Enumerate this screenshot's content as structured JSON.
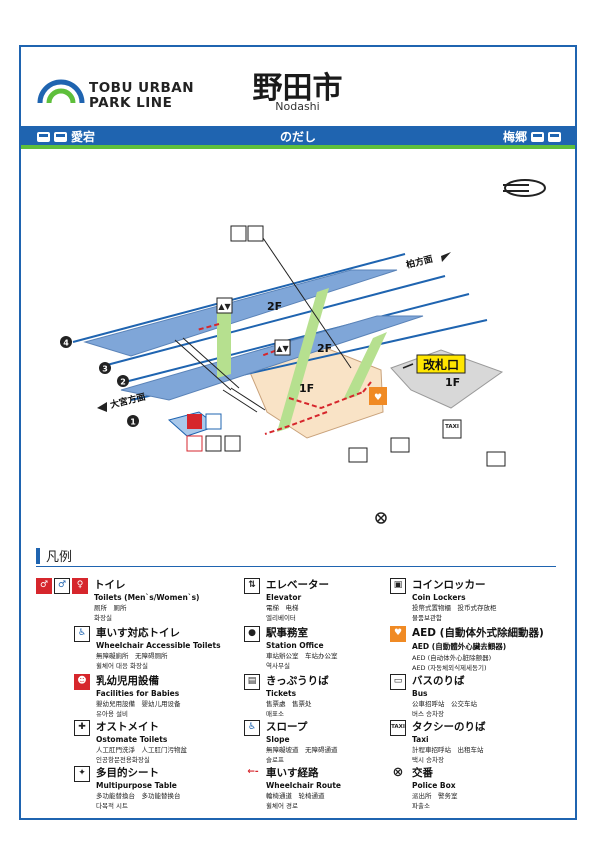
{
  "header": {
    "logo_line1": "TOBU URBAN",
    "logo_line2": "PARK LINE",
    "station_name": "野田市",
    "station_romaji": "Nodashi"
  },
  "line_bar": {
    "left_station": "愛宕",
    "center_kana": "のだし",
    "right_station": "梅郷"
  },
  "map": {
    "direction_kashiwa": "柏方面",
    "direction_omiya": "大宮方面",
    "ticket_gate": "改札口",
    "floor_2f_a": "2F",
    "floor_2f_b": "2F",
    "floor_1f_a": "1F",
    "floor_1f_b": "1F",
    "platforms": [
      "1",
      "2",
      "3",
      "4"
    ],
    "taxi_label": "TAXI",
    "colors": {
      "line_blue": "#1f64b0",
      "platform_blue": "#7fa6d8",
      "accent_green": "#5ebf3b",
      "gate_yellow": "#ffe600",
      "route_red": "#d6262c",
      "aed_orange": "#f08a24"
    }
  },
  "legend": {
    "heading": "凡例",
    "items": [
      {
        "ja": "トイレ",
        "en": "Toilets (Men`s/Women`s)",
        "zh": "厕所　厠所",
        "ko": "화장실"
      },
      {
        "ja": "車いす対応トイレ",
        "en": "Wheelchair Accessible Toilets",
        "zh": "無障礙廁所　无障碍厕所",
        "ko": "휠체어 대응 화장실"
      },
      {
        "ja": "乳幼児用設備",
        "en": "Facilities for Babies",
        "zh": "嬰幼兒用設備　婴幼儿用设备",
        "ko": "유아용 설비"
      },
      {
        "ja": "オストメイト",
        "en": "Ostomate Toilets",
        "zh": "人工肛門洗淨　人工肛门污物盆",
        "ko": "인공항문전용화장실"
      },
      {
        "ja": "多目的シート",
        "en": "Multipurpose Table",
        "zh": "多功能替換台　多功能替换台",
        "ko": "다목적 시트"
      },
      {
        "ja": "エレベーター",
        "en": "Elevator",
        "zh": "電梯　电梯",
        "ko": "엘리베이터"
      },
      {
        "ja": "駅事務室",
        "en": "Station Office",
        "zh": "車站辦公室　车站办公室",
        "ko": "역사무실"
      },
      {
        "ja": "きっぷうりば",
        "en": "Tickets",
        "zh": "售票處　售票处",
        "ko": "매표소"
      },
      {
        "ja": "スロープ",
        "en": "Slope",
        "zh": "無障礙坡道　无障碍通道",
        "ko": "슬로프"
      },
      {
        "ja": "車いす経路",
        "en": "Wheelchair Route",
        "zh": "輪椅通道　轮椅通道",
        "ko": "휠체어 경로"
      },
      {
        "ja": "コインロッカー",
        "en": "Coin Lockers",
        "zh": "投幣式置物櫃　投币式存放柜",
        "ko": "물품보관함"
      },
      {
        "ja": "AED (自動体外式除細動器)",
        "en": "AED (自動體外心臟去顫器)",
        "zh": "AED (自动体外心脏除颤器)",
        "ko": "AED (자동체외식제세동기)"
      },
      {
        "ja": "バスのりば",
        "en": "Bus",
        "zh": "公車招呼站　公交车站",
        "ko": "버스 승차장"
      },
      {
        "ja": "タクシーのりば",
        "en": "Taxi",
        "zh": "計程車招呼站　出租车站",
        "ko": "택시 승차장"
      },
      {
        "ja": "交番",
        "en": "Police Box",
        "zh": "派出所　警务室",
        "ko": "파출소"
      }
    ]
  }
}
